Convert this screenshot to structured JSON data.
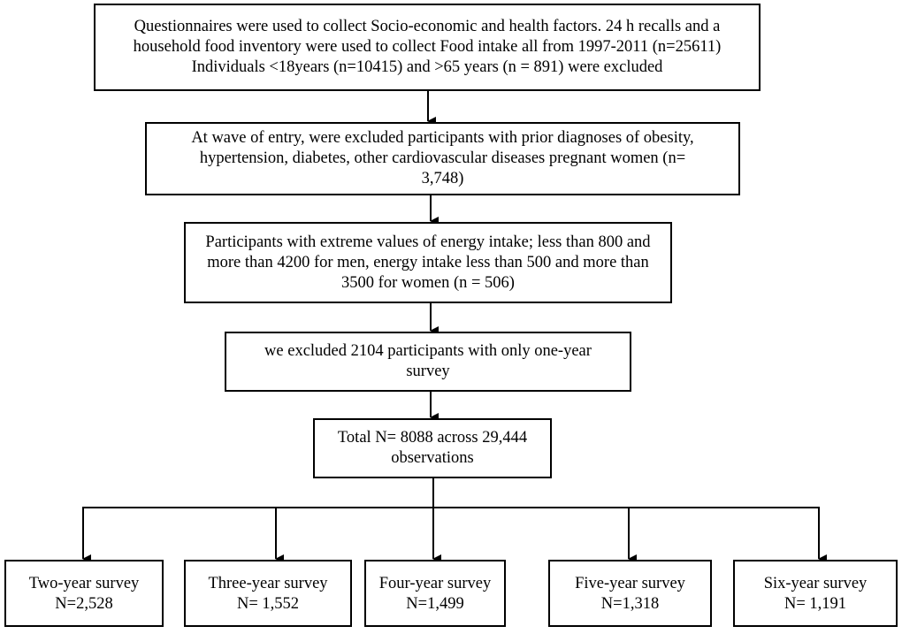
{
  "flowchart": {
    "box1": {
      "lines": [
        "Questionnaires were used to collect Socio-economic and health factors. 24 h recalls and a",
        "household food inventory were used to collect Food intake all from 1997-2011 (n=25611)",
        "Individuals <18years (n=10415) and >65 years (n = 891) were excluded"
      ]
    },
    "box2": {
      "lines": [
        "At wave of entry, were excluded participants with prior diagnoses of obesity,",
        "hypertension, diabetes, other cardiovascular diseases pregnant women (n=",
        "3,748)"
      ]
    },
    "box3": {
      "lines": [
        "Participants with extreme values of energy intake; less than 800 and",
        "more than 4200 for men, energy intake less than 500 and more than",
        "3500 for women (n = 506)"
      ]
    },
    "box4": {
      "lines": [
        "we excluded 2104 participants with only one-year",
        "survey"
      ]
    },
    "box5": {
      "lines": [
        "Total N= 8088 across 29,444",
        "observations"
      ]
    },
    "surveys": [
      {
        "label": "Two-year survey",
        "count": "N=2,528"
      },
      {
        "label": "Three-year survey",
        "count": "N= 1,552"
      },
      {
        "label": "Four-year survey",
        "count": "N=1,499"
      },
      {
        "label": "Five-year survey",
        "count": "N=1,318"
      },
      {
        "label": "Six-year survey",
        "count": "N= 1,191"
      }
    ]
  }
}
